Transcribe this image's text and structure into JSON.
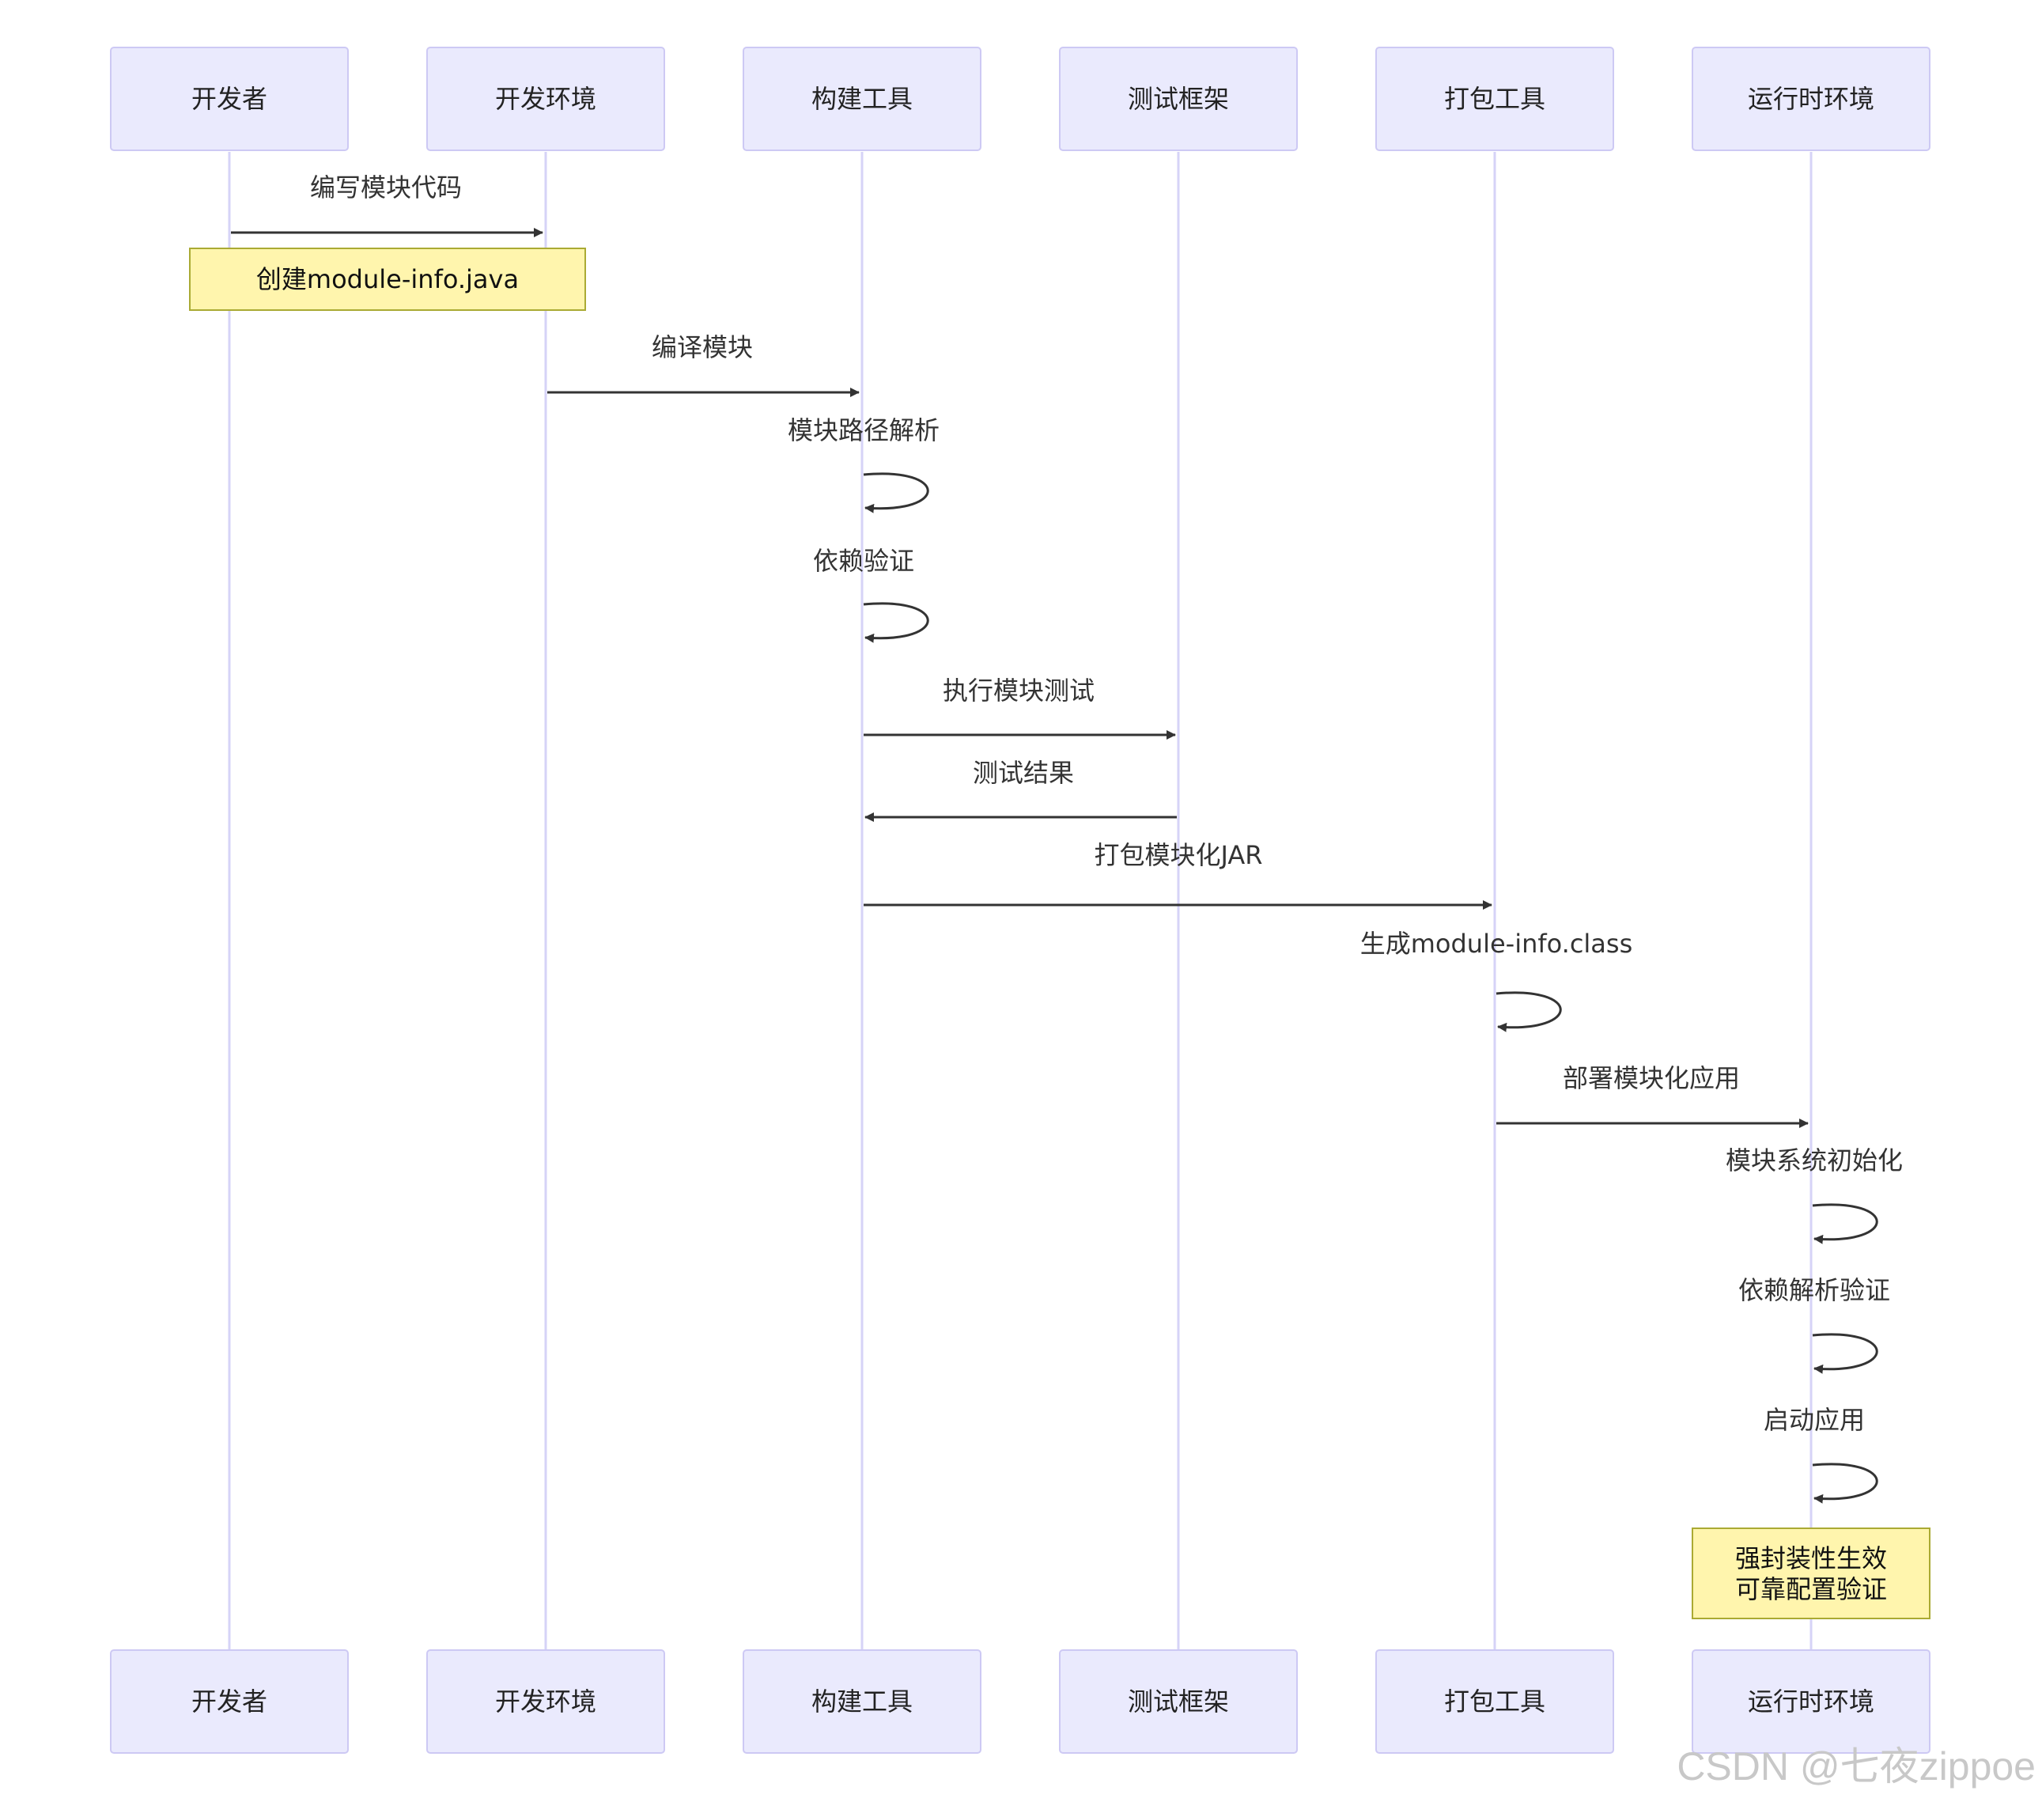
{
  "diagram": {
    "type": "sequence",
    "participants": [
      {
        "id": "dev",
        "label": "开发者"
      },
      {
        "id": "ide",
        "label": "开发环境"
      },
      {
        "id": "build",
        "label": "构建工具"
      },
      {
        "id": "test",
        "label": "测试框架"
      },
      {
        "id": "pack",
        "label": "打包工具"
      },
      {
        "id": "runtime",
        "label": "运行时环境"
      }
    ],
    "steps": [
      {
        "kind": "message",
        "from": "dev",
        "to": "ide",
        "label": "编写模块代码"
      },
      {
        "kind": "note",
        "over": [
          "dev",
          "ide"
        ],
        "lines": [
          "创建module-info.java"
        ]
      },
      {
        "kind": "message",
        "from": "ide",
        "to": "build",
        "label": "编译模块"
      },
      {
        "kind": "message",
        "from": "build",
        "to": "build",
        "label": "模块路径解析"
      },
      {
        "kind": "message",
        "from": "build",
        "to": "build",
        "label": "依赖验证"
      },
      {
        "kind": "message",
        "from": "build",
        "to": "test",
        "label": "执行模块测试"
      },
      {
        "kind": "message",
        "from": "test",
        "to": "build",
        "label": "测试结果"
      },
      {
        "kind": "message",
        "from": "build",
        "to": "pack",
        "label": "打包模块化JAR"
      },
      {
        "kind": "message",
        "from": "pack",
        "to": "pack",
        "label": "生成module-info.class"
      },
      {
        "kind": "message",
        "from": "pack",
        "to": "runtime",
        "label": "部署模块化应用"
      },
      {
        "kind": "message",
        "from": "runtime",
        "to": "runtime",
        "label": "模块系统初始化"
      },
      {
        "kind": "message",
        "from": "runtime",
        "to": "runtime",
        "label": "依赖解析验证"
      },
      {
        "kind": "message",
        "from": "runtime",
        "to": "runtime",
        "label": "启动应用"
      },
      {
        "kind": "note",
        "over": [
          "runtime"
        ],
        "lines": [
          "强封装性生效",
          "可靠配置验证"
        ]
      }
    ]
  },
  "watermark": "CSDN @七夜zippoe",
  "colors": {
    "actor_fill": "#EAEAFD",
    "actor_border": "#CDC9F4",
    "lifeline": "#D6D3F7",
    "arrow": "#333333",
    "note_fill": "#FFF5AD",
    "note_border": "#AAAA33"
  }
}
